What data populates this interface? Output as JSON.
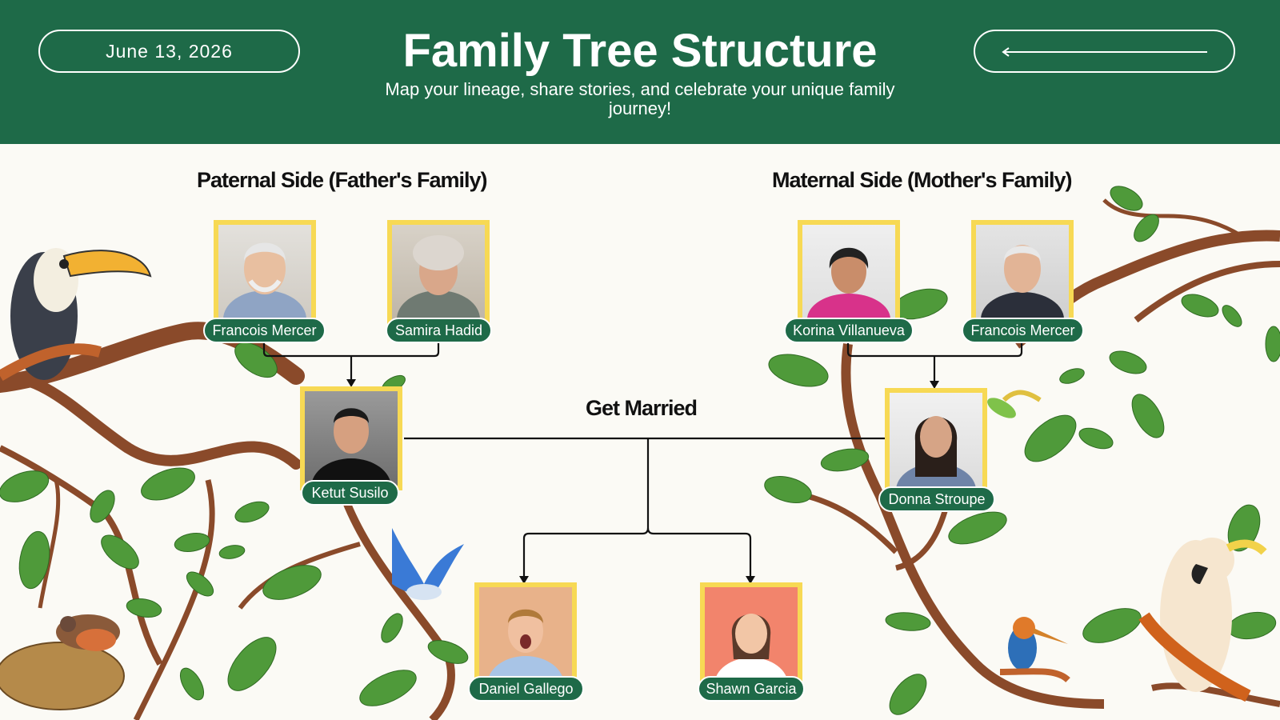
{
  "header": {
    "date": "June  13, 2026",
    "title": "Family Tree Structure",
    "subtitle": "Map your lineage, share stories, and celebrate your unique family journey!",
    "back_icon": "arrow-left-icon"
  },
  "sides": {
    "paternal": "Paternal Side (Father's Family)",
    "maternal": "Maternal Side (Mother's Family)"
  },
  "married_label": "Get Married",
  "members": {
    "paternal_grandfather": "Francois Mercer",
    "paternal_grandmother": "Samira Hadid",
    "maternal_grandmother": "Korina Villanueva",
    "maternal_grandfather": "Francois Mercer",
    "father": "Ketut Susilo",
    "mother": "Donna Stroupe",
    "child_1": "Daniel Gallego",
    "child_2": "Shawn Garcia"
  },
  "colors": {
    "header": "#1e6a48",
    "frame": "#f7d954",
    "label": "#1e6a48",
    "branch": "#8a4a2a",
    "leaf": "#4f9a3a"
  }
}
